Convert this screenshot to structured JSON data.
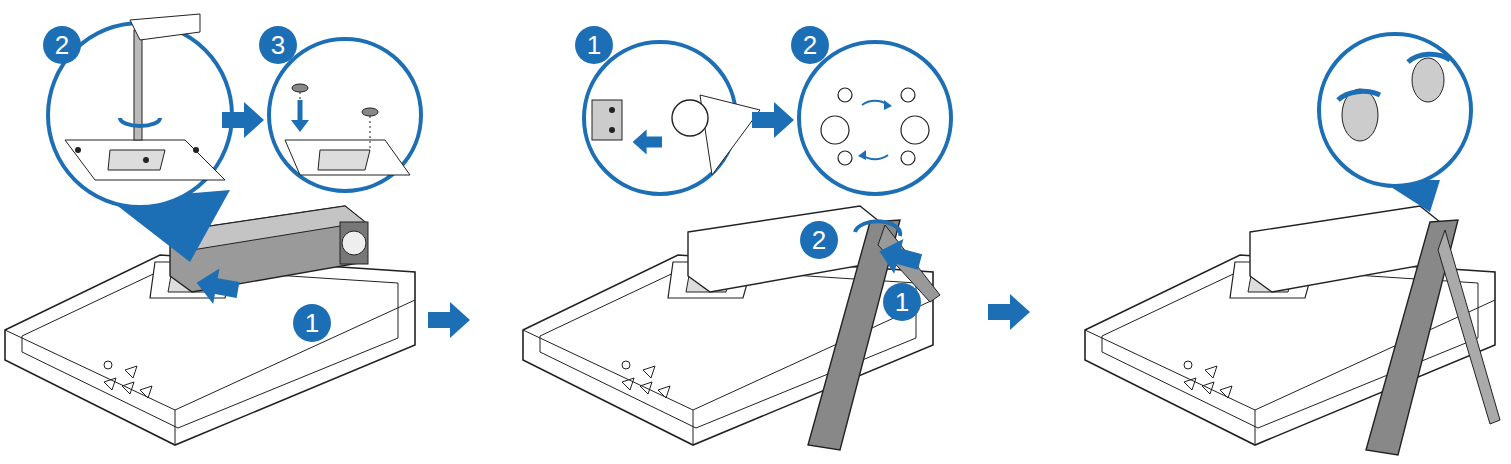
{
  "diagram": {
    "nodes": [
      {
        "text": [
          "2"
        ]
      },
      {
        "text": [
          "3"
        ]
      },
      {
        "text": [
          "1"
        ]
      },
      {
        "text": [
          "1"
        ]
      },
      {
        "text": [
          "2"
        ]
      },
      {
        "text": [
          "2"
        ]
      },
      {
        "text": [
          "1"
        ]
      }
    ]
  }
}
